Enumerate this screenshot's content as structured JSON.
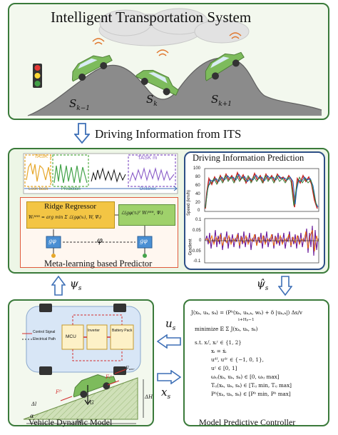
{
  "its_panel": {
    "title": "Intelligent Transportation System",
    "states": {
      "prev": "S",
      "prev_sub": "k−1",
      "cur": "S",
      "cur_sub": "k",
      "next": "S",
      "next_sub": "k+1"
    }
  },
  "arrow_label": "Driving Information from ITS",
  "predictor_panel": {
    "task1": "TASK 1",
    "taskm": "TASK m",
    "look_back": "Look back",
    "prediction": "Prediction",
    "distance": "Distance",
    "ridge_title": "Ridge Regressor",
    "ridge_formula": "Wᵢᴿᴿᴿ = arg min Σ ℒ(gφ(xᵢ), W, Ψᵢ)",
    "loss_formula": "ℒ(gφ(τᵢ)ᵀ Wᵢᴿᴿᴿ, Ψᵢ)",
    "g_phi": "gφ",
    "phi": "φ",
    "caption": "Meta-learning based Predictor"
  },
  "prediction_panel": {
    "title": "Driving Information Prediction",
    "top_ylabel": "Speed (km/h)",
    "bottom_ylabel": "Gradient",
    "top_yticks": [
      "100",
      "80",
      "60",
      "40",
      "20",
      "0"
    ],
    "bottom_yticks": [
      "0.1",
      "0.05",
      "0",
      "-0.05",
      "-0.1"
    ]
  },
  "flow_labels": {
    "psi_s": "ψ",
    "psi_s_sub": "s",
    "psi_hat": "ψ̂",
    "psi_hat_sub": "s",
    "u_s": "u",
    "u_s_sub": "s",
    "x_s": "x",
    "x_s_sub": "s"
  },
  "vehicle_panel": {
    "legend_control": "Control Signal",
    "legend_electrical": "Electrical Path",
    "mcu": "MCU",
    "inverter": "Inverter",
    "battery": "Battery Pack",
    "f_fr": "Fᶠʳ",
    "f_aer": "Fₐₑᵣ",
    "f_tr": "Fₜʳ",
    "g": "G",
    "alpha": "α",
    "dl": "Δl",
    "dh": "ΔH",
    "sd": "Δd",
    "caption": "Vehicle Dynamic Model"
  },
  "mpc_panel": {
    "lines": [
      "J(xₖ, uₖ, sₖ) = (Pᵇ(xₖ, uₖ,ₖ, wₖ) + δ |uₖ,ₖ|) Δs/v",
      "i+Hₚ−1",
      "minimize 𝔼   Σ   J(xₖ, uₖ, sₖ)",
      "s.t.  xᵢᶠ, xᵢʳ ∈ {1, 2}",
      "xᵢ = ẋᵢ",
      "uᵈᶠ, uᵈʳ ∈ {−1, 0, 1},",
      "uᶜ ∈ [0, 1]",
      "ωᵢⱼ(xₖ, uₖ, sₖ) ∈ [0, ωᵢⱼ max]",
      "Tᵢⱼ(xₖ, uₖ, sₖ) ∈ [Tᵢⱼ min, Tᵢⱼ max]",
      "Pᵇ(xₖ, uₖ, sₖ) ∈ [Pᵇ min, Pᵇ max]"
    ],
    "caption": "Model Predictive Controller"
  },
  "colors": {
    "panel_green": "#3a7a3a",
    "panel_blue": "#2d4f86",
    "arrow_blue": "#3d6fb6",
    "car_green": "#7dbb5c",
    "hill_grey": "#8b8b8b",
    "ridge_yellow": "#f3c544",
    "loss_green": "#9fd16b",
    "meta_red": "#e05a3c"
  }
}
